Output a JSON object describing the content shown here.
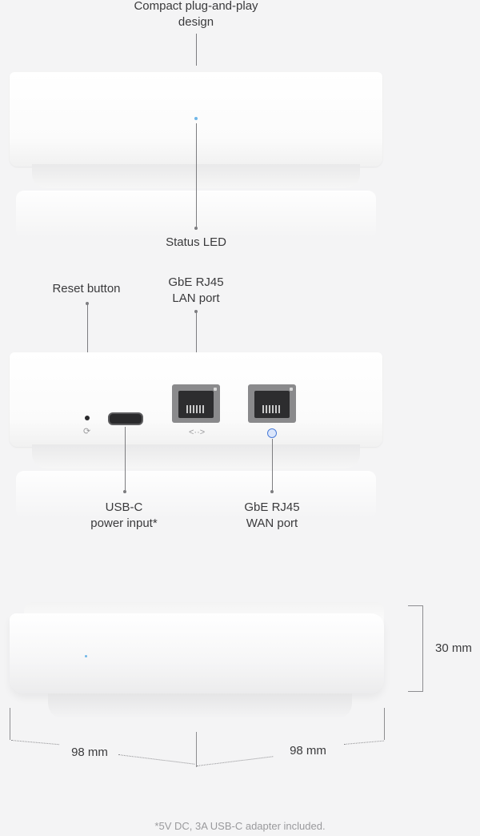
{
  "labels": {
    "compact_line1": "Compact plug-and-play",
    "compact_line2": "design",
    "status_led": "Status LED",
    "reset_button": "Reset button",
    "lan_line1": "GbE RJ45",
    "lan_line2": "LAN port",
    "usb_line1": "USB-C",
    "usb_line2": "power input*",
    "wan_line1": "GbE RJ45",
    "wan_line2": "WAN port",
    "height": "30 mm",
    "width": "98 mm",
    "depth": "98 mm"
  },
  "footnote": "*5V DC, 3A USB-C adapter included.",
  "icons": {
    "reset": "refresh-icon",
    "lan": "arrows-icon",
    "wan": "globe-icon"
  },
  "colors": {
    "background": "#f4f4f5",
    "status_led": "#6fb7e8",
    "wan_icon": "#4b7cd8"
  }
}
